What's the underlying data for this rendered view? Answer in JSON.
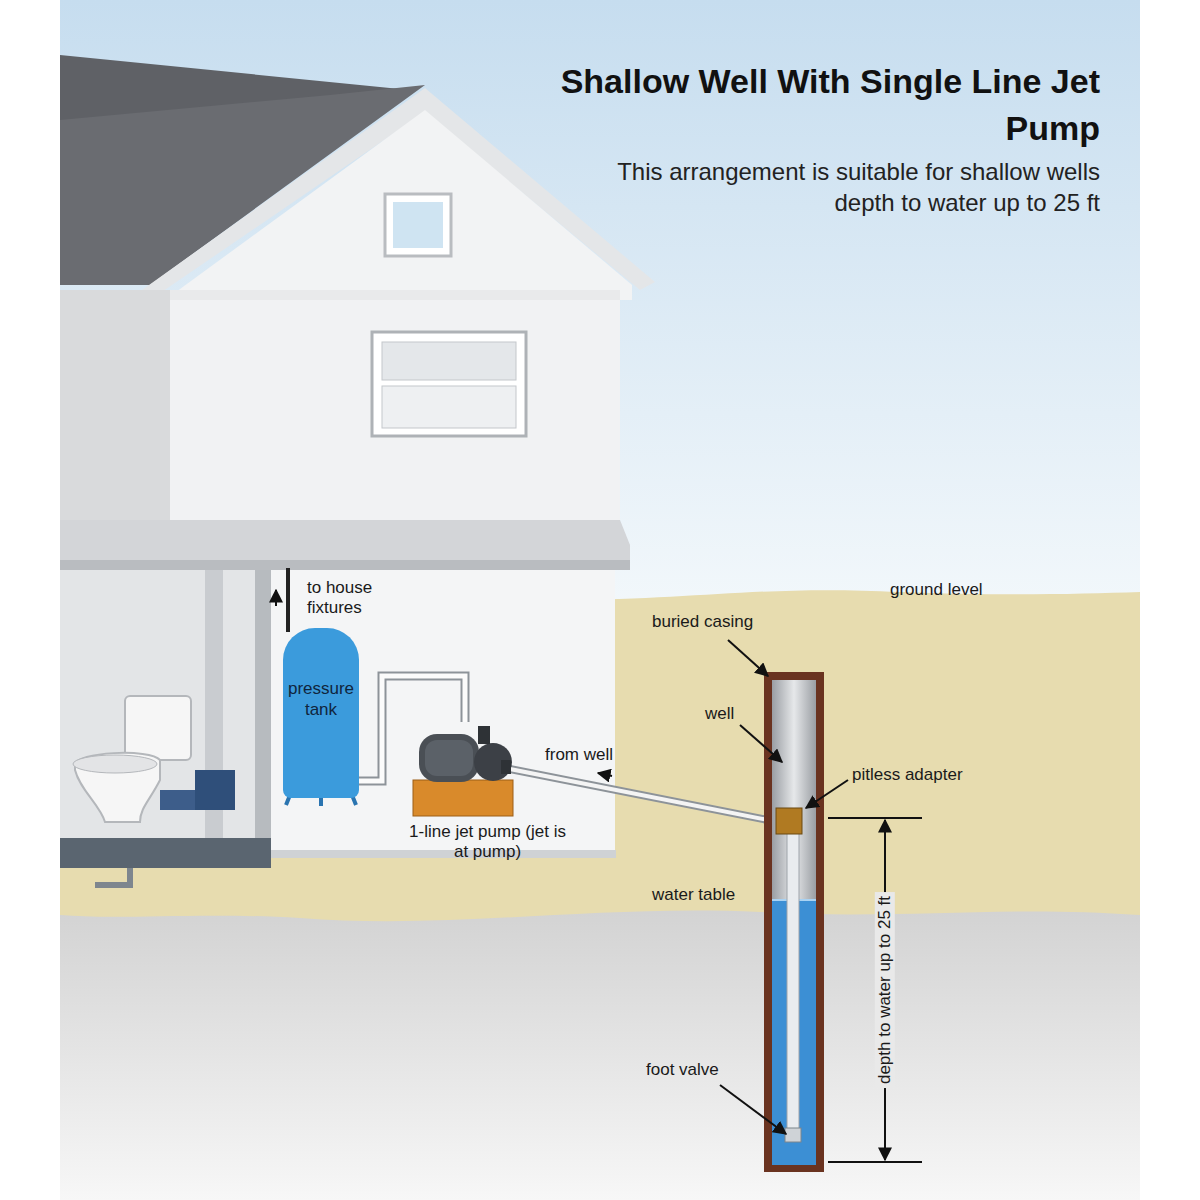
{
  "diagram": {
    "title": "Shallow Well With Single Line Jet Pump",
    "caption": "This arrangement is suitable for shallow wells depth to water up to 25 ft",
    "nodes": [
      {
        "text": [
          "pressure tank"
        ]
      },
      {
        "text": [
          "1-line jet pump (jet is at pump)"
        ]
      }
    ],
    "edges": [
      {
        "from": 1,
        "to": 0,
        "arrow": "none"
      }
    ],
    "labels": [
      "to house fixtures",
      "from well",
      "ground level",
      "buried casing",
      "well",
      "pitless adapter",
      "water table",
      "depth to water up to 25 ft",
      "foot valve"
    ]
  }
}
